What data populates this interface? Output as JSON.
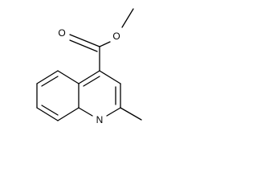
{
  "structure": {
    "atoms": {
      "carbonyl_oxygen": "O",
      "ester_oxygen": "O",
      "ring_nitrogen": "N"
    }
  },
  "colors": {
    "bond": "#000000",
    "background": "#ffffff"
  }
}
